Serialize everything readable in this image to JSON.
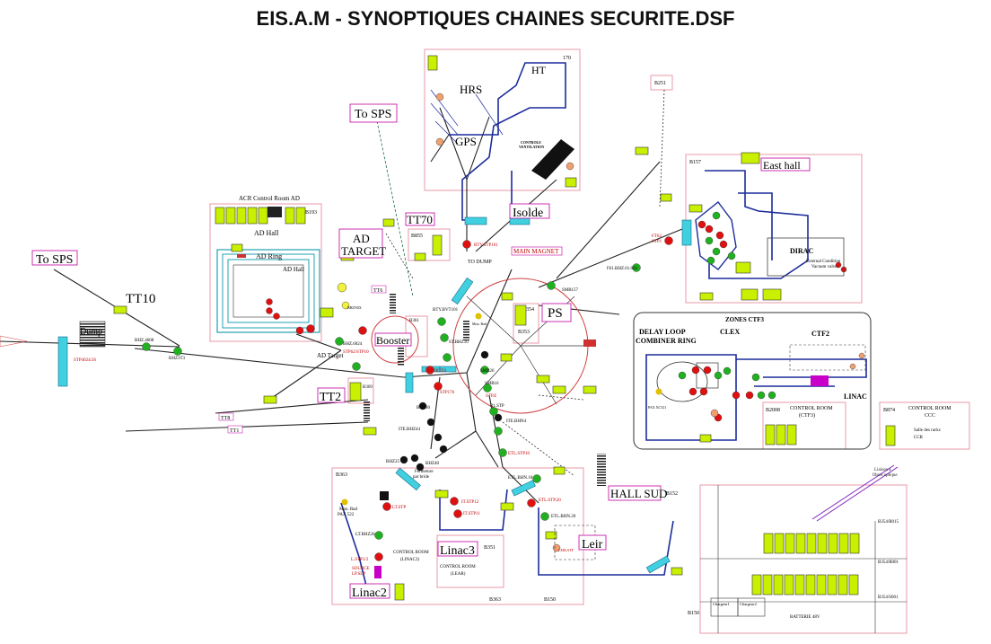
{
  "title": "EIS.A.M - SYNOPTIQUES CHAINES SECURITE.DSF",
  "colors": {
    "box_pink": "#e89aa8",
    "line_blue": "#1c2c9c",
    "cyan": "#40d0e0",
    "ok": "#20b020",
    "alarm": "#e01010",
    "rack": "#c8f000",
    "text_red": "#c00000",
    "magenta": "#c800c8"
  },
  "labels": {
    "to_sps_top": "To SPS",
    "to_sps_left": "To SPS",
    "tt10": "TT10",
    "dump": "Dump",
    "tt70": "TT70",
    "tt2": "TT2",
    "ad_target": "AD\nTARGET",
    "isolde": "Isolde",
    "ps": "PS",
    "booster": "Booster",
    "linac3": "Linac3",
    "linac2": "Linac2",
    "leir": "Leir",
    "hall_sud": "HALL SUD",
    "east_hall": "East hall",
    "main_magnet": "MAIN MAGNET",
    "hrs": "HRS",
    "gps": "GPS",
    "ht": "HT",
    "acr_control_room": "ACR Control Room AD",
    "ad_hall": "AD Hall",
    "ad_ring": "AD Ring",
    "zones_ctf3": "ZONES CTF3",
    "delay_loop": "DELAY LOOP",
    "combiner_ring": "COMBINER RING",
    "clex": "CLEX",
    "ctf2": "CTF2",
    "linac_ctf": "LINAC",
    "control_room_ctf3": "CONTROL ROOM\n(CTF3)",
    "control_room_linac2": "CONTROL ROOM\n(LINAC2)",
    "control_room_lear": "CONTROL ROOM\n(LEAR)",
    "control_room_ccc": "CONTROL ROOM\nCCC",
    "salle_racks": "Salle des racks\nCCR",
    "liaison_fibres": "Liaison a\nfibres optique",
    "to_dump": "TO DUMP",
    "dirac": "DIRAC",
    "batterie": "BATTERIE 48V",
    "chargeur1": "Chargeur1",
    "chargeur2": "Chargeur2",
    "tt6": "TT6",
    "tt1": "TT1",
    "tt8": "TT8",
    "fermeture": "Fermeture\npar bride",
    "mon_rad": "Mon. Rad",
    "mon_rad_pax": "Mon. Rad\nPAX 522",
    "external_condition": "External Condition\nVacuum valve",
    "ad_target_small": "AD Target",
    "ad_hall_small": "AD Hall",
    "pax_ctf": "PAX XC521",
    "controle_ventilation": "CONTROLE\nVENTILATION",
    "source": "SOURCE\nLP.SLP",
    "buildings": {
      "b170": "170",
      "b251": "B251",
      "b157": "B157",
      "b193": "B193",
      "b855": "B855",
      "b361": "B361",
      "b353": "B353",
      "b354": "354",
      "b369": "B369",
      "b363": "B363",
      "b363b": "B363",
      "b351": "B351",
      "b152": "B152",
      "b150": "B150",
      "b150b": "B150",
      "b2008": "B2008",
      "b874": "B874",
      "b354_r015": "B354/R015",
      "b354_r001": "B354/R001",
      "b354_s001": "B354/S001"
    },
    "tags": {
      "stp_top": "STP.STP10",
      "smb157": "SMB157",
      "smb26": "SMB26",
      "stbhz": "ST.BHZ10",
      "bhz4608": "BHZ.4608",
      "bhz3t3": "BHZ3T3",
      "stp4": "STP4024/26",
      "btystp": "BTY.STP101",
      "bty": "BTY.BVT101",
      "smb16": "SMB16",
      "stp176": "STP176",
      "stpe": "STP.E",
      "b1stp": "B1.STP",
      "bhz30": "BHZ30",
      "bhz25": "BHZ25",
      "bhz40": "BHZ40",
      "ite": "ITE.BHZ44",
      "itebhn": "ITE.BHN4",
      "etlstp10": "ETL.STP10",
      "etlbhn10": "ETL.BHN.10",
      "etlstp20": "ETL.STP.20",
      "etlbhn20": "ETL.BHN.20",
      "itstp12": "IT.STP12",
      "itstp11": "IT.STP11",
      "ltstp": "LT.STP",
      "ltbhz": "LT.BHZ20",
      "lstp": "L.STP1/2",
      "stp62": "STP62/STP10",
      "bhz6024": "BHZ.6024",
      "ftstp": "FT62\nSTP1",
      "f61": "F61.BHZ.01.602",
      "stpbtd": "STP.BTD1",
      "leir_stp": "LEIR.STP",
      "bhznx": "BHZN0X"
    }
  }
}
